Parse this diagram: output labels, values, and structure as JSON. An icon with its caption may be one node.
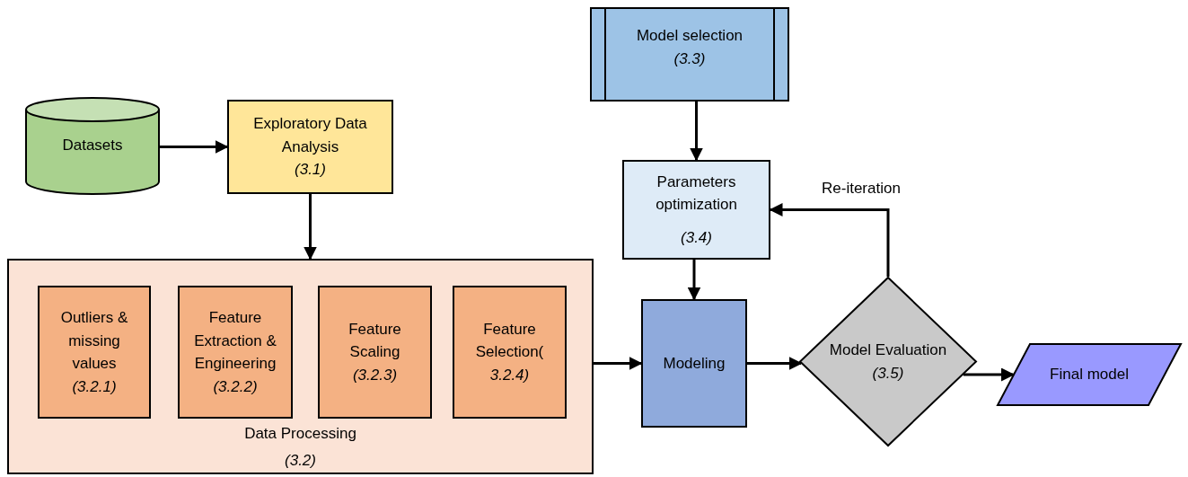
{
  "diagram": {
    "nodes": [
      {
        "text": [
          "Datasets"
        ]
      },
      {
        "text": [
          "Exploratory Data Analysis",
          "(3.1)"
        ]
      },
      {
        "text": [
          "Data Processing",
          "(3.2)"
        ]
      },
      {
        "text": [
          "Outliers & missing values",
          "(3.2.1)"
        ],
        "in": 2
      },
      {
        "text": [
          "Feature Extraction & Engineering",
          "(3.2.2)"
        ],
        "in": 2
      },
      {
        "text": [
          "Feature Scaling",
          "(3.2.3)"
        ],
        "in": 2
      },
      {
        "text": [
          "Feature Selection(",
          "3.2.4)"
        ],
        "in": 2
      },
      {
        "text": [
          "Model selection",
          "(3.3)"
        ]
      },
      {
        "text": [
          "Parameters optimization",
          "(3.4)"
        ]
      },
      {
        "text": [
          "Modeling"
        ]
      },
      {
        "text": [
          "Model Evaluation",
          "(3.5)"
        ]
      },
      {
        "text": [
          "Final model"
        ]
      }
    ],
    "edges": [
      {
        "from": 0,
        "to": 1,
        "arrow": "to"
      },
      {
        "from": 1,
        "to": 2,
        "arrow": "to"
      },
      {
        "from": 2,
        "to": 9,
        "arrow": "to"
      },
      {
        "from": 7,
        "to": 8,
        "arrow": "to"
      },
      {
        "from": 8,
        "to": 9,
        "arrow": "to"
      },
      {
        "from": 9,
        "to": 10,
        "arrow": "to"
      },
      {
        "from": 10,
        "to": 8,
        "arrow": "to",
        "label": "Re-iteration"
      },
      {
        "from": 10,
        "to": 11,
        "arrow": "to"
      }
    ]
  }
}
